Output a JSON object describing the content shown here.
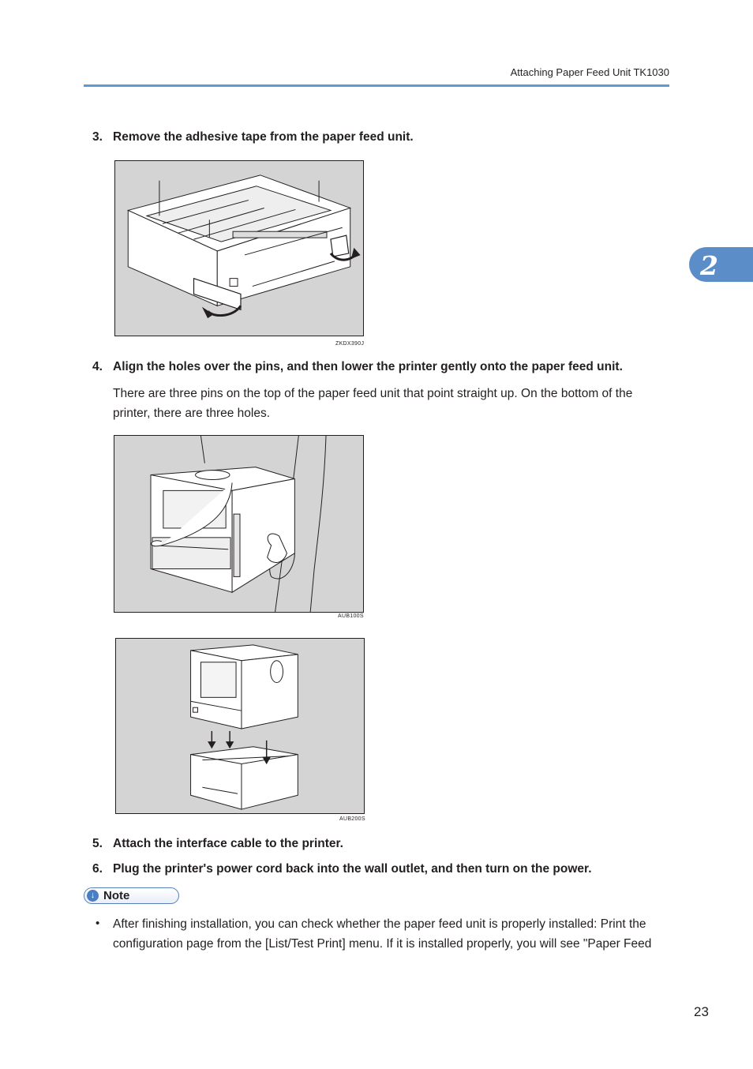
{
  "header": {
    "title": "Attaching Paper Feed Unit TK1030"
  },
  "chapter_tab": {
    "number": "2"
  },
  "steps": [
    {
      "number": "3.",
      "text": "Remove the adhesive tape from the paper feed unit."
    },
    {
      "number": "4.",
      "text": "Align the holes over the pins, and then lower the printer gently onto the paper feed unit."
    },
    {
      "number": "5.",
      "text": "Attach the interface cable to the printer."
    },
    {
      "number": "6.",
      "text": "Plug the printer's power cord back into the wall outlet, and then turn on the power."
    }
  ],
  "step4_description": {
    "line1": "There are three pins on the top of the paper feed unit that point straight up. On the bottom of the",
    "line2": "printer, there are three holes."
  },
  "figures": [
    {
      "code": "ZKDX390J",
      "depicts": "paper-feed-unit-tape-removal"
    },
    {
      "code": "AUB100S",
      "depicts": "person-lowering-printer"
    },
    {
      "code": "AUB200S",
      "depicts": "printer-aligned-above-feed-unit"
    }
  ],
  "note": {
    "label": "Note",
    "bullet_line1": "After finishing installation, you can check whether the paper feed unit is properly installed: Print the",
    "bullet_line2": "configuration page from the [List/Test Print] menu. If it is installed properly, you will see \"Paper Feed"
  },
  "page_number": "23",
  "colors": {
    "accent": "#5b9bd5",
    "tab": "#5b8ec9",
    "figure_bg": "#d4d4d4"
  }
}
